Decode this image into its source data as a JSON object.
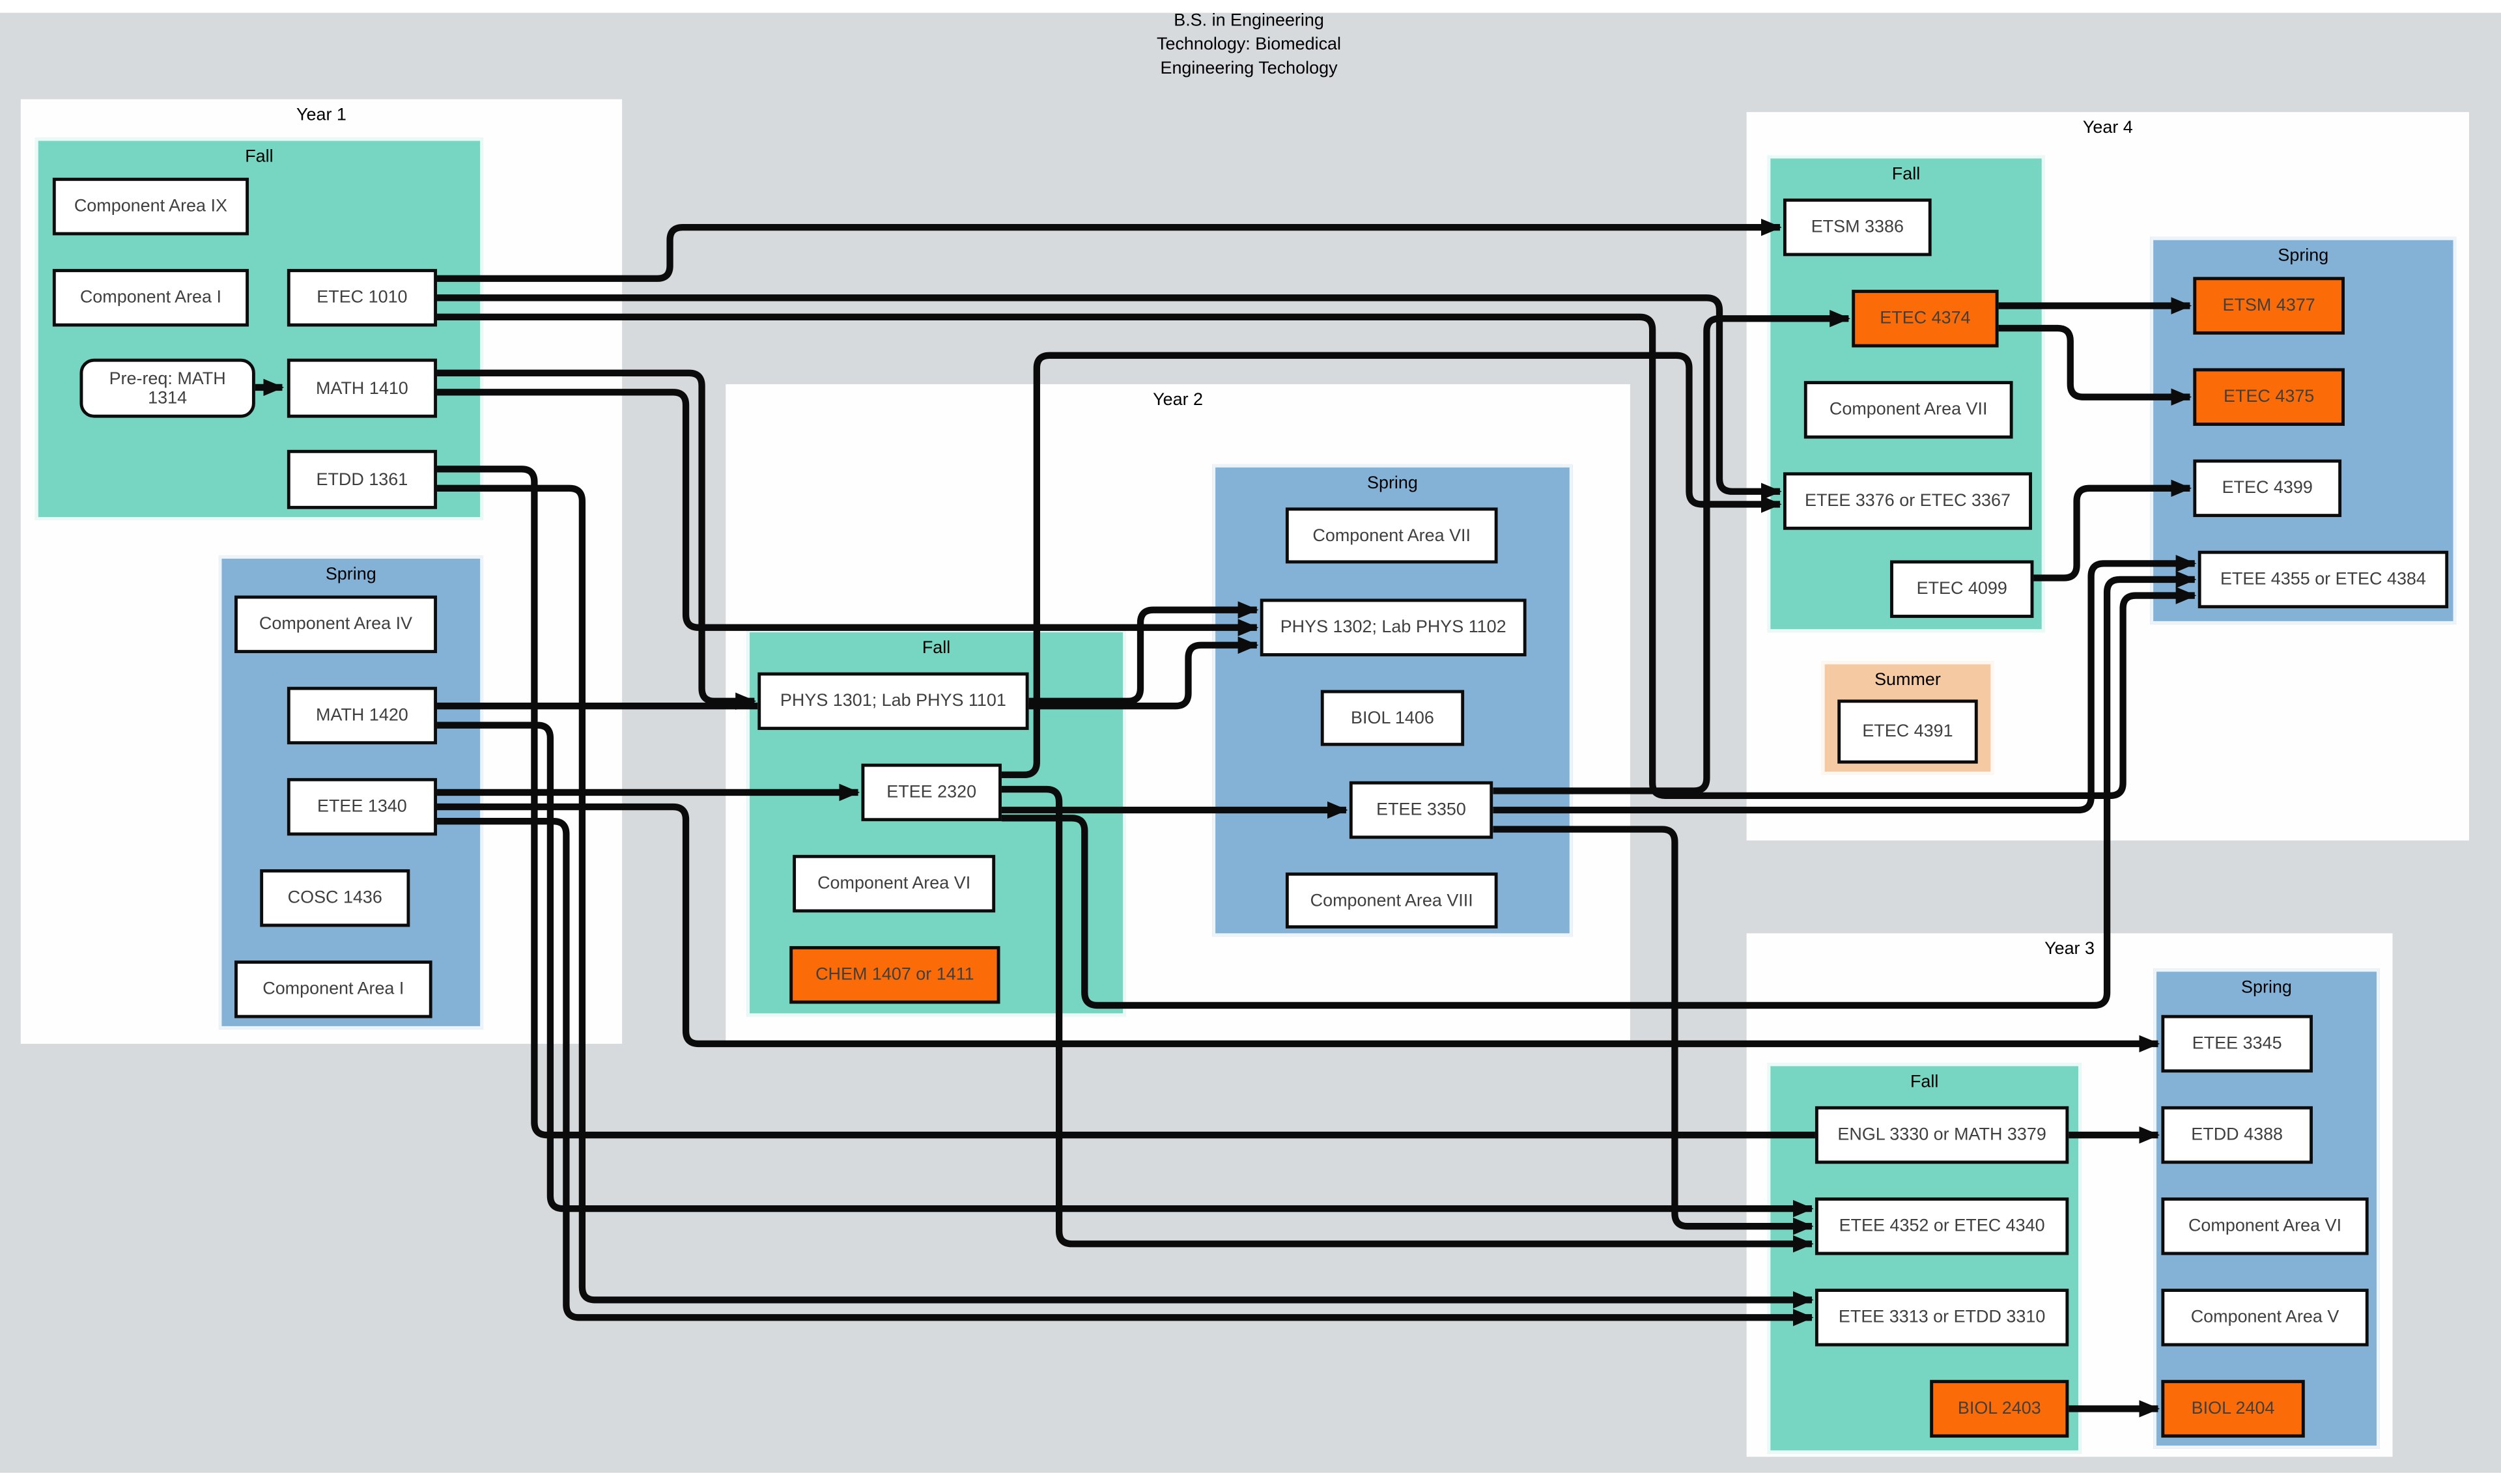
{
  "title": {
    "lines": [
      "B.S. in Engineering",
      "Technology: Biomedical",
      "Engineering Techology"
    ]
  },
  "colors": {
    "background": "#d6dadc",
    "year_panel": "#fefefe",
    "fall_block": "#76d6c1",
    "spring_block": "#84b2d7",
    "summer_block": "#f5c9a2",
    "highlight_course": "#fb6b07",
    "course_box": "#ffffff",
    "connector": "#0b0b0b"
  },
  "panels": [
    {
      "id": "year1",
      "label": "Year 1"
    },
    {
      "id": "year2",
      "label": "Year 2"
    },
    {
      "id": "year3",
      "label": "Year 3"
    },
    {
      "id": "year4",
      "label": "Year 4"
    }
  ],
  "sections": [
    {
      "id": "y1-fall",
      "label": "Fall",
      "palette": "fall",
      "courses": [
        {
          "id": "comp-area-ix",
          "label": "Component Area IX"
        },
        {
          "id": "comp-area-i-y1f",
          "label": "Component Area I"
        },
        {
          "id": "prereq-math-1314",
          "label": "Pre-req: MATH 1314",
          "shape": "rounded"
        },
        {
          "id": "etec-1010",
          "label": "ETEC 1010"
        },
        {
          "id": "math-1410",
          "label": "MATH 1410"
        },
        {
          "id": "etdd-1361",
          "label": "ETDD 1361"
        }
      ]
    },
    {
      "id": "y1-spring",
      "label": "Spring",
      "palette": "spring",
      "courses": [
        {
          "id": "comp-area-iv",
          "label": "Component Area IV"
        },
        {
          "id": "math-1420",
          "label": "MATH 1420"
        },
        {
          "id": "etee-1340",
          "label": "ETEE 1340"
        },
        {
          "id": "cosc-1436",
          "label": "COSC 1436"
        },
        {
          "id": "comp-area-i-y1s",
          "label": "Component Area I"
        }
      ]
    },
    {
      "id": "y2-fall",
      "label": "Fall",
      "palette": "fall",
      "courses": [
        {
          "id": "phys-1301",
          "label": "PHYS 1301; Lab PHYS 1101"
        },
        {
          "id": "etee-2320",
          "label": "ETEE 2320"
        },
        {
          "id": "comp-area-vi-y2f",
          "label": "Component Area VI"
        },
        {
          "id": "chem-1407-or-1411",
          "label": "CHEM 1407 or 1411",
          "variant": "highlight"
        }
      ]
    },
    {
      "id": "y2-spring",
      "label": "Spring",
      "palette": "spring",
      "courses": [
        {
          "id": "comp-area-vii-y2s",
          "label": "Component Area VII"
        },
        {
          "id": "phys-1302",
          "label": "PHYS 1302; Lab PHYS 1102"
        },
        {
          "id": "biol-1406",
          "label": "BIOL 1406"
        },
        {
          "id": "etee-3350",
          "label": "ETEE 3350"
        },
        {
          "id": "comp-area-viii",
          "label": "Component Area VIII"
        }
      ]
    },
    {
      "id": "y3-fall",
      "label": "Fall",
      "palette": "fall",
      "courses": [
        {
          "id": "engl-3330-or-math-3379",
          "label": "ENGL 3330 or MATH 3379"
        },
        {
          "id": "etee-4352-or-etec-4340",
          "label": "ETEE 4352 or ETEC 4340"
        },
        {
          "id": "etee-3313-or-etdd-3310",
          "label": "ETEE 3313 or ETDD 3310"
        },
        {
          "id": "biol-2403",
          "label": "BIOL 2403",
          "variant": "highlight"
        }
      ]
    },
    {
      "id": "y3-spring",
      "label": "Spring",
      "palette": "spring",
      "courses": [
        {
          "id": "etee-3345",
          "label": "ETEE 3345"
        },
        {
          "id": "etdd-4388",
          "label": "ETDD 4388"
        },
        {
          "id": "comp-area-vi-y3s",
          "label": "Component Area VI"
        },
        {
          "id": "comp-area-v",
          "label": "Component Area V"
        },
        {
          "id": "biol-2404",
          "label": "BIOL 2404",
          "variant": "highlight"
        }
      ]
    },
    {
      "id": "y4-fall",
      "label": "Fall",
      "palette": "fall",
      "courses": [
        {
          "id": "etsm-3386",
          "label": "ETSM 3386"
        },
        {
          "id": "etec-4374",
          "label": "ETEC 4374",
          "variant": "highlight"
        },
        {
          "id": "comp-area-vii-y4f",
          "label": "Component Area VII"
        },
        {
          "id": "etee-3376-or-etec-3367",
          "label": "ETEE 3376 or ETEC 3367"
        },
        {
          "id": "etec-4099",
          "label": "ETEC 4099"
        }
      ]
    },
    {
      "id": "y4-spring",
      "label": "Spring",
      "palette": "spring",
      "courses": [
        {
          "id": "etsm-4377",
          "label": "ETSM 4377",
          "variant": "highlight"
        },
        {
          "id": "etec-4375",
          "label": "ETEC 4375",
          "variant": "highlight"
        },
        {
          "id": "etec-4399",
          "label": "ETEC 4399"
        },
        {
          "id": "etee-4355-or-etec-4384",
          "label": "ETEE 4355 or ETEC 4384"
        }
      ]
    },
    {
      "id": "summer",
      "label": "Summer",
      "palette": "summer",
      "courses": [
        {
          "id": "etec-4391",
          "label": "ETEC 4391"
        }
      ]
    }
  ],
  "edges": [
    {
      "from": "prereq-math-1314",
      "to": "math-1410"
    },
    {
      "from": "etec-1010",
      "to": "etsm-3386"
    },
    {
      "from": "etec-1010",
      "to": "etee-3376-or-etec-3367"
    },
    {
      "from": "etec-1010",
      "to": "etee-4355-or-etec-4384"
    },
    {
      "from": "math-1410",
      "to": "phys-1301"
    },
    {
      "from": "math-1410",
      "to": "phys-1302"
    },
    {
      "from": "math-1420",
      "to": "phys-1302"
    },
    {
      "from": "math-1420",
      "to": "etee-4352-or-etec-4340"
    },
    {
      "from": "etee-1340",
      "to": "etee-2320"
    },
    {
      "from": "etee-1340",
      "to": "etee-3345"
    },
    {
      "from": "etee-1340",
      "to": "etee-3313-or-etdd-3310"
    },
    {
      "from": "etdd-1361",
      "to": "etdd-4388"
    },
    {
      "from": "etdd-1361",
      "to": "etee-3313-or-etdd-3310"
    },
    {
      "from": "phys-1301",
      "to": "phys-1302"
    },
    {
      "from": "etee-2320",
      "to": "etee-3350"
    },
    {
      "from": "etee-2320",
      "to": "etee-3376-or-etec-3367"
    },
    {
      "from": "etee-2320",
      "to": "etee-4352-or-etec-4340"
    },
    {
      "from": "etee-2320",
      "to": "etee-4355-or-etec-4384"
    },
    {
      "from": "etee-3350",
      "to": "etec-4374"
    },
    {
      "from": "etee-3350",
      "to": "etee-4355-or-etec-4384"
    },
    {
      "from": "etee-3350",
      "to": "etee-4352-or-etec-4340"
    },
    {
      "from": "etec-4374",
      "to": "etsm-4377"
    },
    {
      "from": "etec-4374",
      "to": "etec-4375"
    },
    {
      "from": "etec-4099",
      "to": "etec-4399"
    },
    {
      "from": "biol-2403",
      "to": "biol-2404"
    }
  ]
}
